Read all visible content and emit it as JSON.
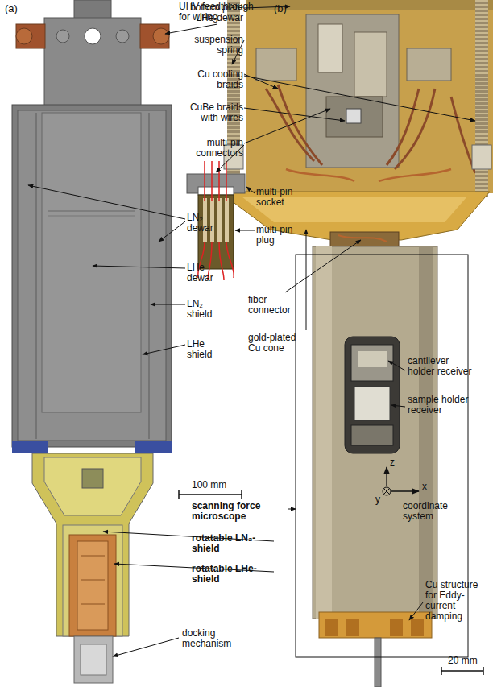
{
  "diagram": {
    "labels": [
      "(a)",
      "UHV feedthrough for wiring",
      "(b)",
      "bottom plate LHe-dewar",
      "suspension spring",
      "Cu cooling braids",
      "CuBe braids with wires",
      "multi-pin connectors",
      "multi-pin socket",
      "multi-pin plug",
      "LN₂ dewar",
      "LHe dewar",
      "LN₂ shield",
      "LHe shield",
      "fiber connector",
      "gold-plated Cu cone",
      "cantilever holder receiver",
      "sample holder receiver",
      "z",
      "y",
      "x",
      "coordinate system",
      "scanning force microscope",
      "rotatable LN₂-shield",
      "rotatable LHe-shield",
      "Cu structure for Eddy-current damping",
      "100 mm",
      "docking mechanism",
      "20 mm"
    ]
  }
}
